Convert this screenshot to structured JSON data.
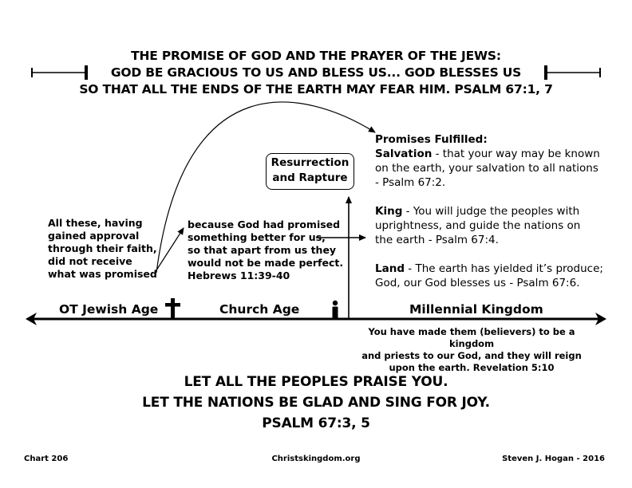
{
  "header": {
    "line1": "THE PROMISE OF GOD AND THE PRAYER OF THE JEWS:",
    "line2": "GOD BE GRACIOUS TO US AND BLESS US... GOD BLESSES US",
    "line3": "SO THAT ALL THE ENDS OF THE EARTH MAY FEAR HIM. PSALM 67:1, 7"
  },
  "left_note": {
    "l1": "All these, having",
    "l2": "gained approval",
    "l3": "through their faith,",
    "l4": "did not receive",
    "l5": "what was promised"
  },
  "middle_note": {
    "l1": "because God had promised",
    "l2": "something better for us,",
    "l3": "so that apart from us they",
    "l4": "would not be made perfect.",
    "l5": "Hebrews 11:39-40"
  },
  "event_box": {
    "l1": "Resurrection",
    "l2": "and Rapture"
  },
  "promises": {
    "heading": "Promises Fulfilled:",
    "salvation_label": "Salvation",
    "salvation_l1": " - that your way may be known",
    "salvation_l2": "on the earth, your salvation to all nations",
    "salvation_l3": "- Psalm 67:2.",
    "king_label": "King",
    "king_l1": " - You will judge the peoples with",
    "king_l2": "uprightness, and guide the nations on",
    "king_l3": "the earth - Psalm 67:4.",
    "land_label": "Land",
    "land_l1": " - The earth has yielded it’s produce;",
    "land_l2": "God, our God blesses us - Psalm 67:6."
  },
  "timeline": {
    "era1": "OT Jewish Age",
    "era2": "Church Age",
    "era3": "Millennial Kingdom"
  },
  "revelation_note": {
    "l1": "You have made them (believers) to be a kingdom",
    "l2": "and priests to our God, and they will reign",
    "l3": "upon the earth. Revelation 5:10"
  },
  "closing": {
    "l1": "LET ALL THE PEOPLES PRAISE YOU.",
    "l2": "LET THE NATIONS BE GLAD AND SING FOR JOY.",
    "l3": "PSALM 67:3, 5"
  },
  "footer": {
    "chart": "Chart 206",
    "site": "Christskingdom.org",
    "author": "Steven J. Hogan - 2016"
  }
}
